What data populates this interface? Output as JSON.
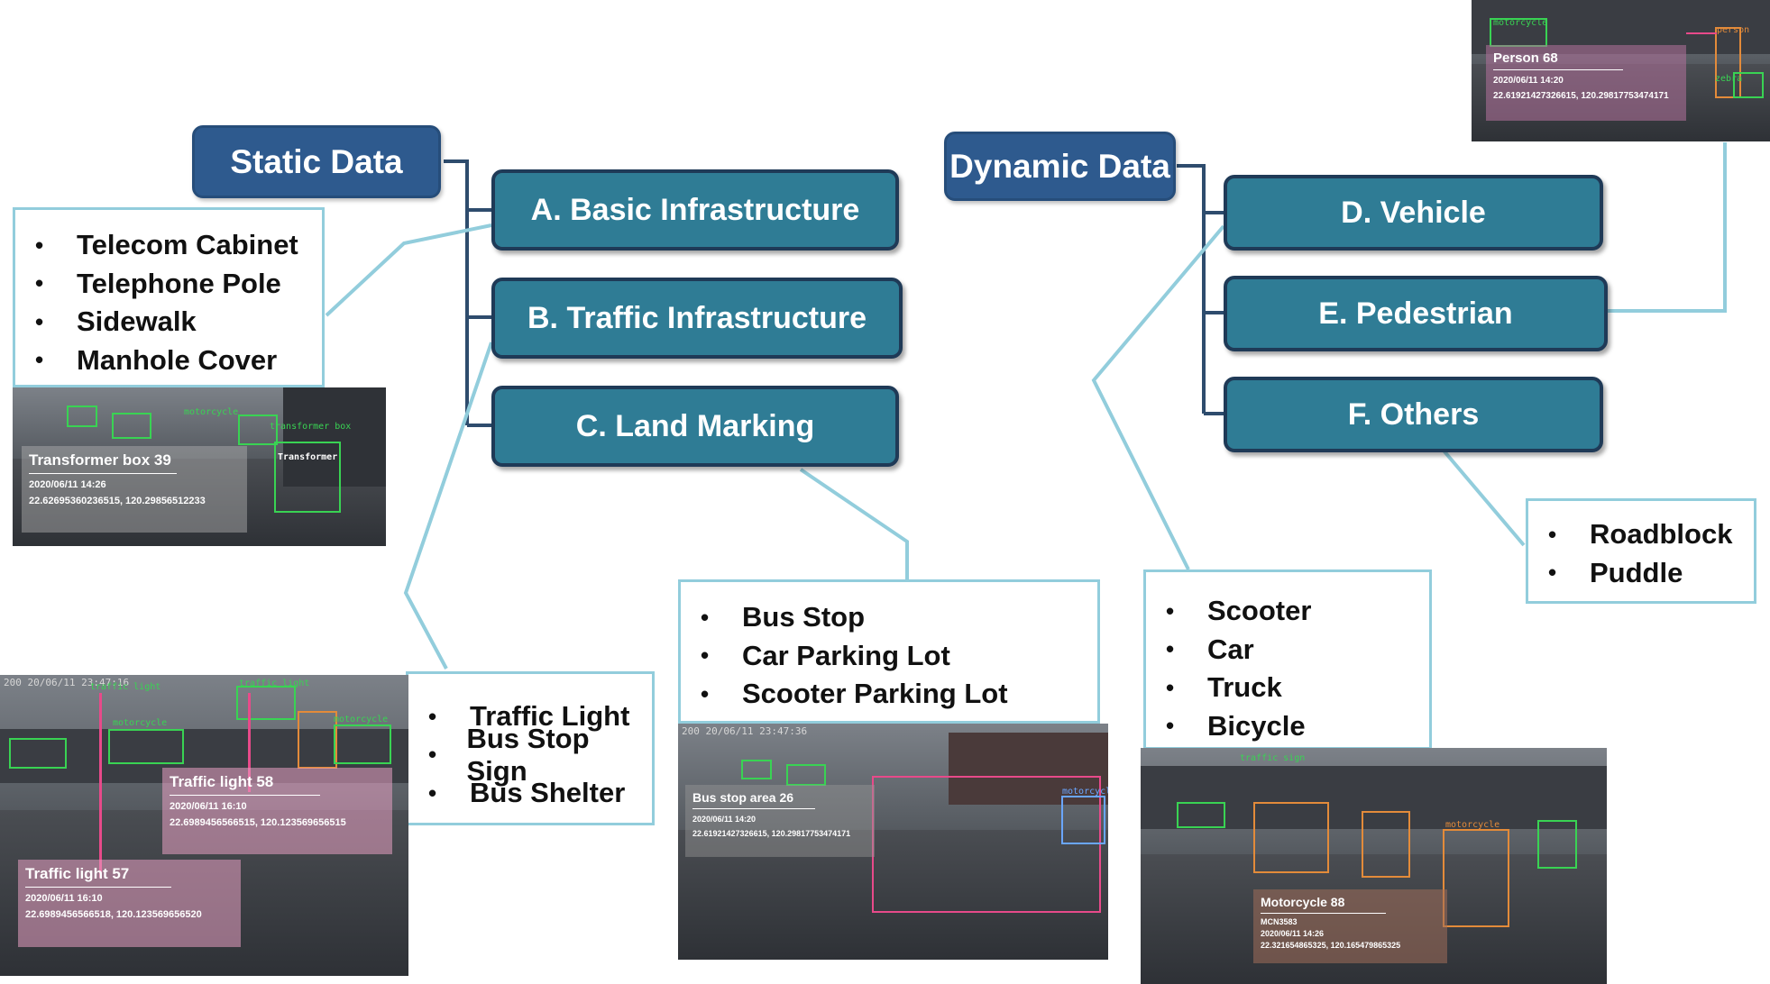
{
  "static": {
    "title": "Static Data",
    "categories": [
      "A. Basic Infrastructure",
      "B. Traffic Infrastructure",
      "C. Land Marking"
    ],
    "basic_list": [
      "Telecom Cabinet",
      "Telephone Pole",
      "Sidewalk",
      "Manhole Cover"
    ],
    "traffic_list": [
      "Traffic Light",
      "Bus Stop Sign",
      "Bus Shelter"
    ],
    "land_list": [
      "Bus Stop",
      "Car Parking Lot",
      "Scooter Parking Lot"
    ]
  },
  "dynamic": {
    "title": "Dynamic Data",
    "categories": [
      "D. Vehicle",
      "E. Pedestrian",
      "F. Others"
    ],
    "vehicle_list": [
      "Scooter",
      "Car",
      "Truck",
      "Bicycle"
    ],
    "others_list": [
      "Roadblock",
      "Puddle"
    ]
  },
  "bullet": "•",
  "screenshots": {
    "transformer": {
      "title": "Transformer box 39",
      "timestamp": "2020/06/11  14:26",
      "coords": "22.62695360236515, 120.29856512233",
      "tags": [
        "transformer box",
        "Transformer",
        "motorcycle"
      ]
    },
    "traffic": {
      "stamp": "200  20/06/11  23:47:16",
      "card1_title": "Traffic light 58",
      "card1_time": "2020/06/11  16:10",
      "card1_coords": "22.6989456566515, 120.123569656515",
      "card2_title": "Traffic light 57",
      "card2_time": "2020/06/11  16:10",
      "card2_coords": "22.6989456566518, 120.123569656520",
      "tags": [
        "traffic light",
        "traffic light",
        "motorcycle",
        "motorcycle"
      ]
    },
    "busstop": {
      "stamp": "200  20/06/11  23:47:36",
      "title": "Bus stop area 26",
      "timestamp": "2020/06/11 14:20",
      "coords": "22.61921427326615, 120.29817753474171",
      "tags": [
        "motorcycle"
      ]
    },
    "person": {
      "title": "Person 68",
      "timestamp": "2020/06/11  14:20",
      "coords": "22.61921427326615, 120.29817753474171",
      "tags": [
        "person",
        "motorcycle",
        "zebra"
      ]
    },
    "motorcycle": {
      "title": "Motorcycle 88",
      "plate": "MCN3583",
      "timestamp": "2020/06/11  14:26",
      "coords": "22.321654865325, 120.165479865325",
      "tags": [
        "motorcycle",
        "traffic sign"
      ]
    }
  },
  "colors": {
    "header": "#2e5a8e",
    "category": "#2f7c95",
    "category_border": "#1f3a57",
    "connector": "#2e4c6d",
    "callout": "#92cddc"
  }
}
